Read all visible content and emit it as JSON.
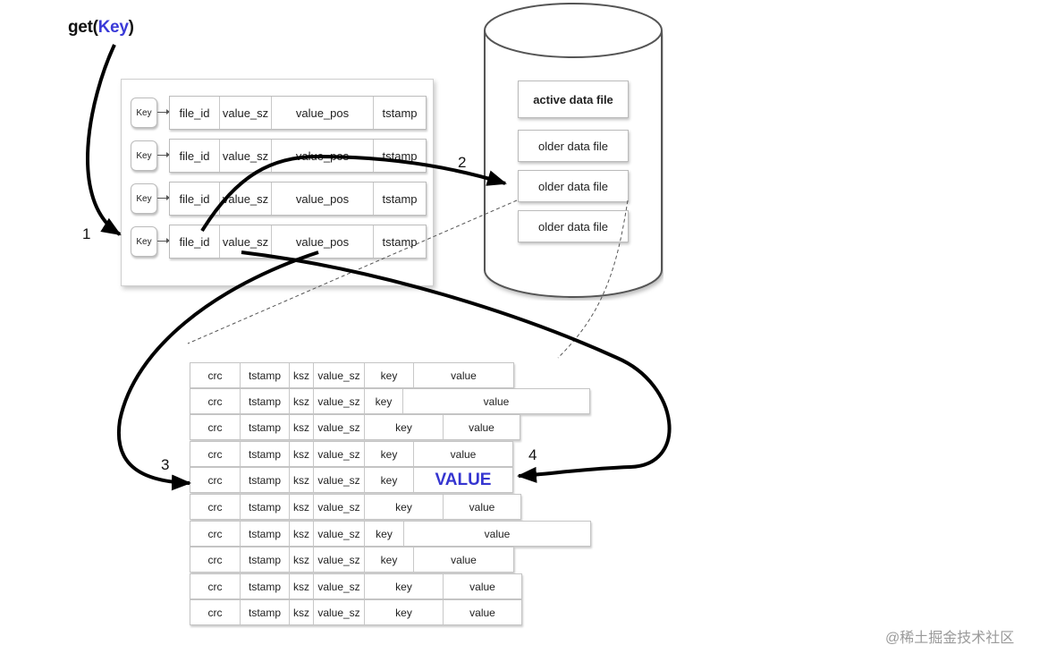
{
  "get_call": {
    "prefix": "get(",
    "key": "Key",
    "suffix": ")"
  },
  "colors": {
    "key_text": "#3a3ad8",
    "value_text": "#3535d0"
  },
  "keydir": {
    "rows": [
      {
        "key": "Key",
        "file_id": "file_id",
        "value_sz": "value_sz",
        "value_pos": "value_pos",
        "tstamp": "tstamp"
      },
      {
        "key": "Key",
        "file_id": "file_id",
        "value_sz": "value_sz",
        "value_pos": "value_pos",
        "tstamp": "tstamp"
      },
      {
        "key": "Key",
        "file_id": "file_id",
        "value_sz": "value_sz",
        "value_pos": "value_pos",
        "tstamp": "tstamp"
      },
      {
        "key": "Key",
        "file_id": "file_id",
        "value_sz": "value_sz",
        "value_pos": "value_pos",
        "tstamp": "tstamp"
      }
    ]
  },
  "data_files": {
    "active": "active data file",
    "older": [
      "older data file",
      "older data file",
      "older data file"
    ]
  },
  "steps": {
    "s1": "1",
    "s2": "2",
    "s3": "3",
    "s4": "4"
  },
  "entries": {
    "rows": [
      {
        "crc": "crc",
        "tstamp": "tstamp",
        "ksz": "ksz",
        "value_sz": "value_sz",
        "key": "key",
        "value": "value"
      },
      {
        "crc": "crc",
        "tstamp": "tstamp",
        "ksz": "ksz",
        "value_sz": "value_sz",
        "key": "key",
        "value": "value"
      },
      {
        "crc": "crc",
        "tstamp": "tstamp",
        "ksz": "ksz",
        "value_sz": "value_sz",
        "key": "key",
        "value": "value"
      },
      {
        "crc": "crc",
        "tstamp": "tstamp",
        "ksz": "ksz",
        "value_sz": "value_sz",
        "key": "key",
        "value": "value"
      },
      {
        "crc": "crc",
        "tstamp": "tstamp",
        "ksz": "ksz",
        "value_sz": "value_sz",
        "key": "key",
        "value": "VALUE"
      },
      {
        "crc": "crc",
        "tstamp": "tstamp",
        "ksz": "ksz",
        "value_sz": "value_sz",
        "key": "key",
        "value": "value"
      },
      {
        "crc": "crc",
        "tstamp": "tstamp",
        "ksz": "ksz",
        "value_sz": "value_sz",
        "key": "key",
        "value": "value"
      },
      {
        "crc": "crc",
        "tstamp": "tstamp",
        "ksz": "ksz",
        "value_sz": "value_sz",
        "key": "key",
        "value": "value"
      },
      {
        "crc": "crc",
        "tstamp": "tstamp",
        "ksz": "ksz",
        "value_sz": "value_sz",
        "key": "key",
        "value": "value"
      },
      {
        "crc": "crc",
        "tstamp": "tstamp",
        "ksz": "ksz",
        "value_sz": "value_sz",
        "key": "key",
        "value": "value"
      }
    ]
  },
  "watermark": "@稀土掘金技术社区"
}
